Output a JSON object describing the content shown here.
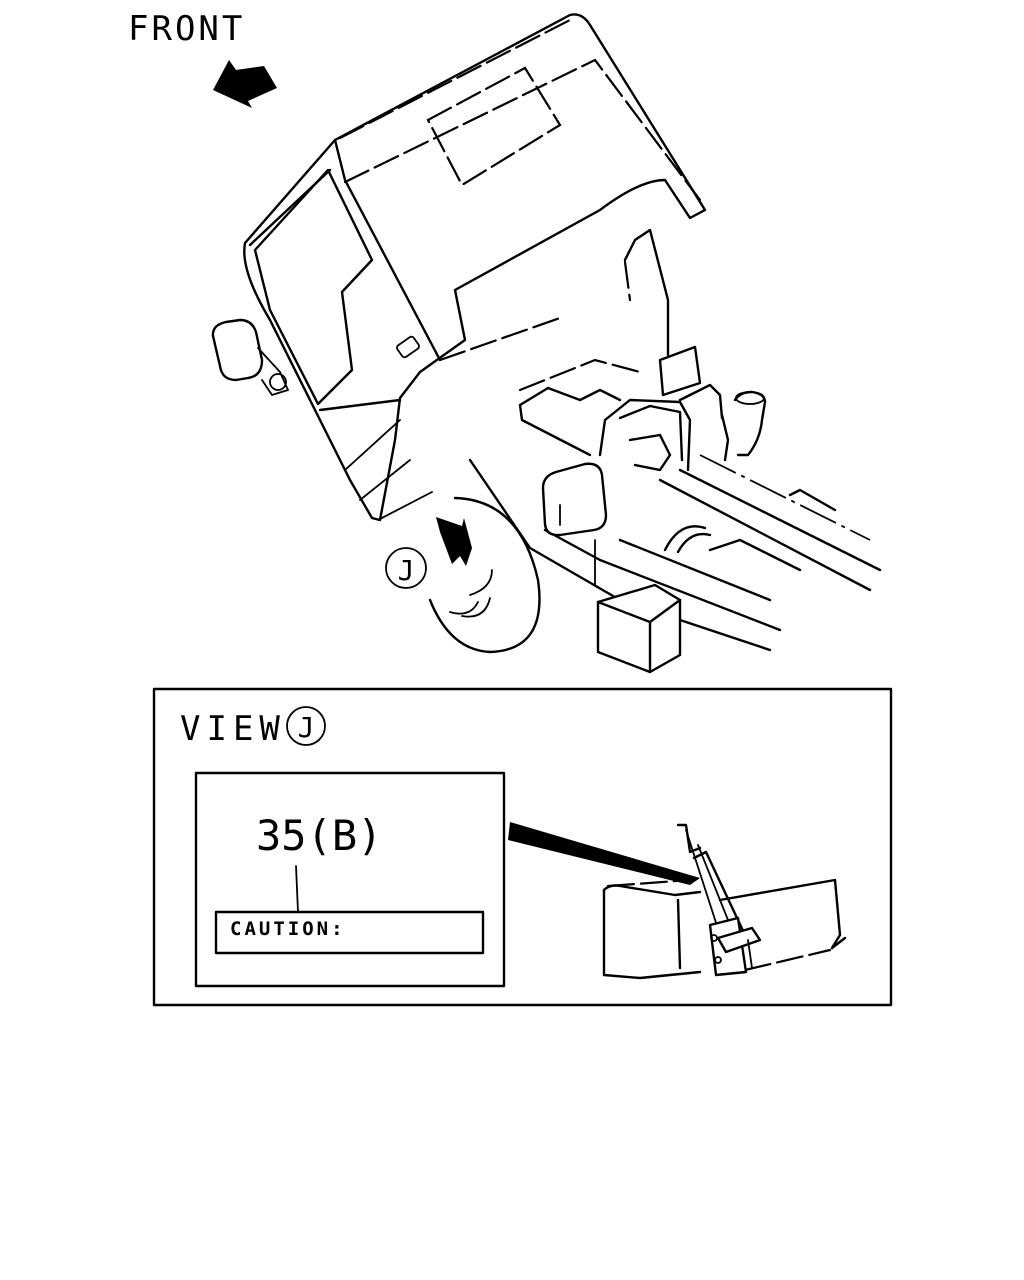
{
  "direction": {
    "label": "FRONT"
  },
  "callout": {
    "letter": "J"
  },
  "view": {
    "label": "VIEW",
    "letter": "J"
  },
  "label_panel": {
    "part_number": "35(B)",
    "caution_text": "CAUTION:"
  },
  "colors": {
    "ink": "#000000",
    "paper": "#ffffff"
  }
}
